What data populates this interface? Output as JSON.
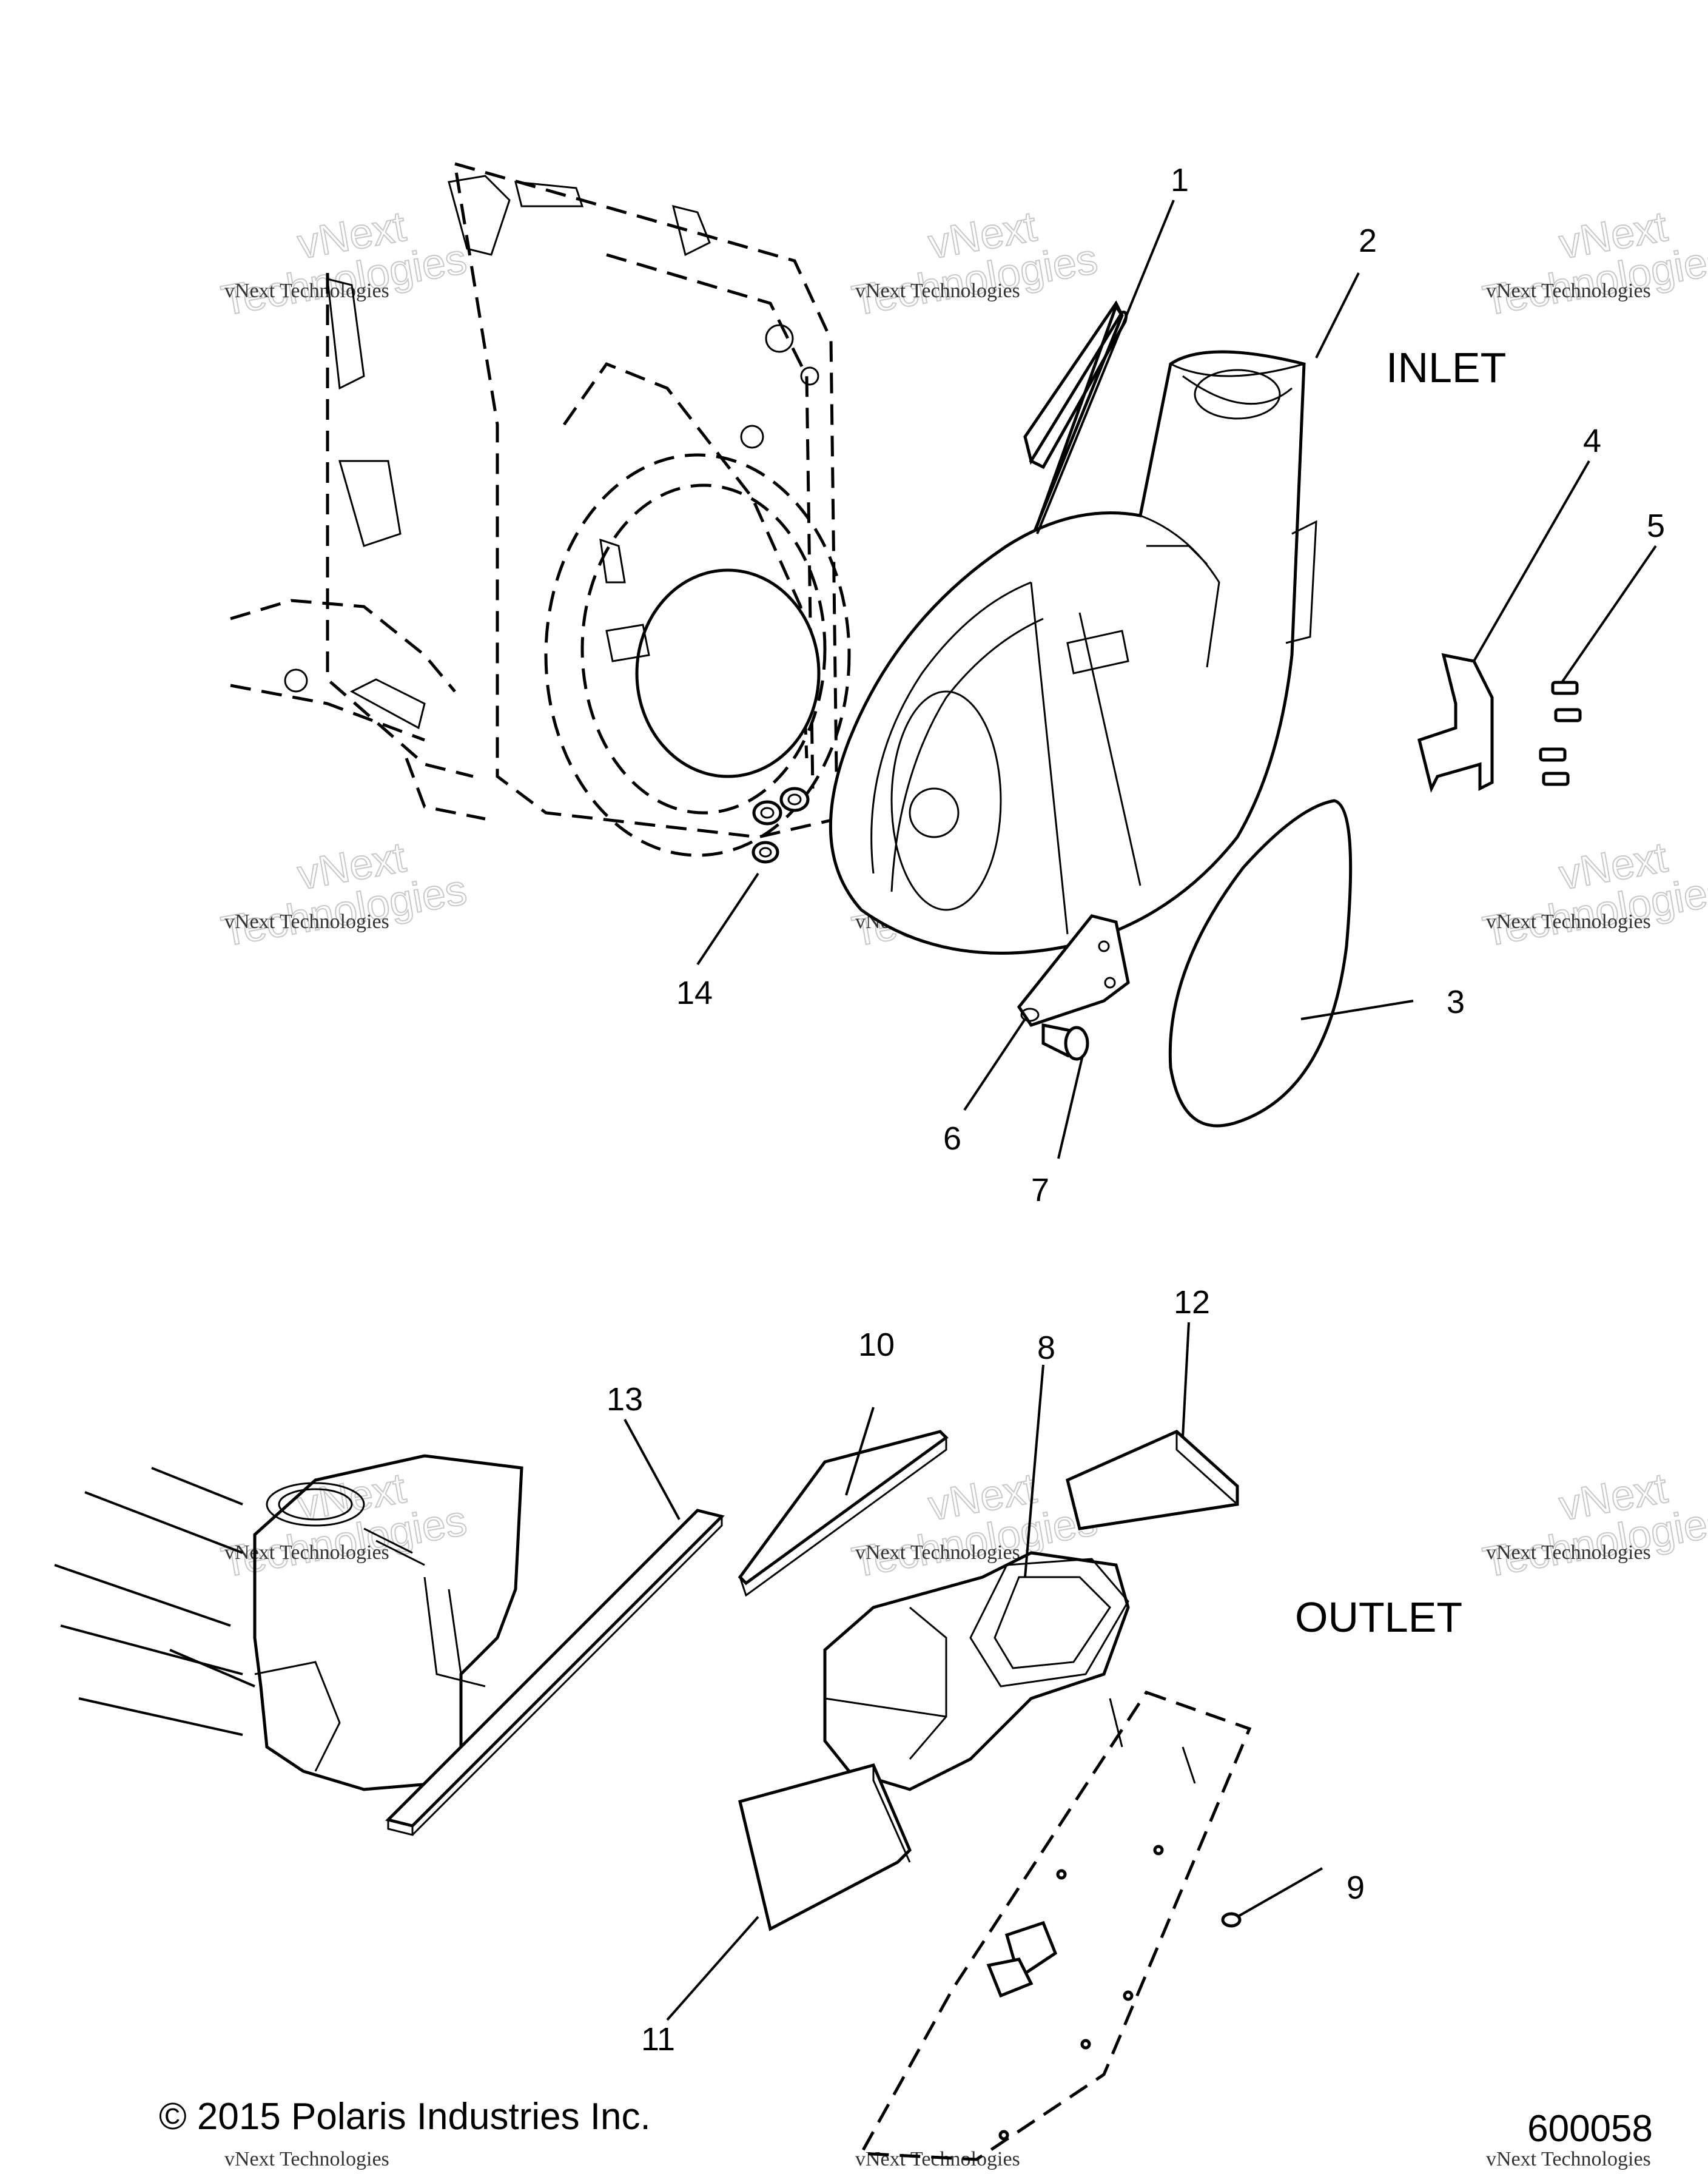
{
  "labels": {
    "inlet": "INLET",
    "outlet": "OUTLET",
    "copyright": "© 2015 Polaris Industries Inc.",
    "figure_number": "600058"
  },
  "callouts": [
    "1",
    "2",
    "3",
    "4",
    "5",
    "6",
    "7",
    "8",
    "9",
    "10",
    "11",
    "12",
    "13",
    "14"
  ],
  "watermark": {
    "line1": "vNext Technologies",
    "line2": "Technologies",
    "line3": "vNext"
  }
}
